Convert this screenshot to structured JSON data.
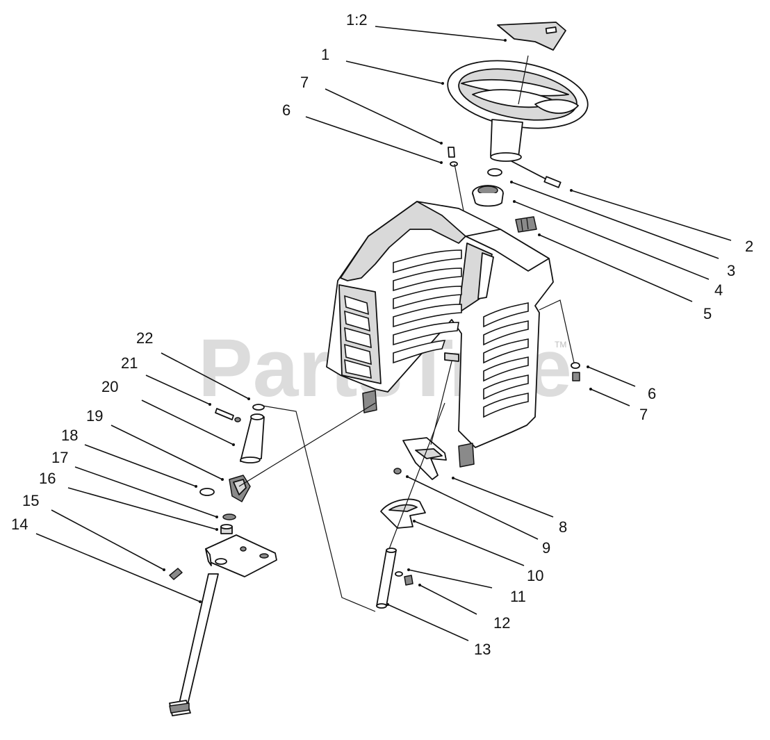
{
  "watermark": {
    "text": "PartsTree",
    "trademark": "TM"
  },
  "callouts": [
    {
      "id": "c-1-2",
      "text": "1:2"
    },
    {
      "id": "c-1",
      "text": "1"
    },
    {
      "id": "c-7a",
      "text": "7"
    },
    {
      "id": "c-6a",
      "text": "6"
    },
    {
      "id": "c-2",
      "text": "2"
    },
    {
      "id": "c-3",
      "text": "3"
    },
    {
      "id": "c-4",
      "text": "4"
    },
    {
      "id": "c-5",
      "text": "5"
    },
    {
      "id": "c-6b",
      "text": "6"
    },
    {
      "id": "c-7b",
      "text": "7"
    },
    {
      "id": "c-22",
      "text": "22"
    },
    {
      "id": "c-21",
      "text": "21"
    },
    {
      "id": "c-20",
      "text": "20"
    },
    {
      "id": "c-19",
      "text": "19"
    },
    {
      "id": "c-18",
      "text": "18"
    },
    {
      "id": "c-17",
      "text": "17"
    },
    {
      "id": "c-16",
      "text": "16"
    },
    {
      "id": "c-15",
      "text": "15"
    },
    {
      "id": "c-14",
      "text": "14"
    },
    {
      "id": "c-8",
      "text": "8"
    },
    {
      "id": "c-9",
      "text": "9"
    },
    {
      "id": "c-10",
      "text": "10"
    },
    {
      "id": "c-11",
      "text": "11"
    },
    {
      "id": "c-12",
      "text": "12"
    },
    {
      "id": "c-13",
      "text": "13"
    }
  ]
}
